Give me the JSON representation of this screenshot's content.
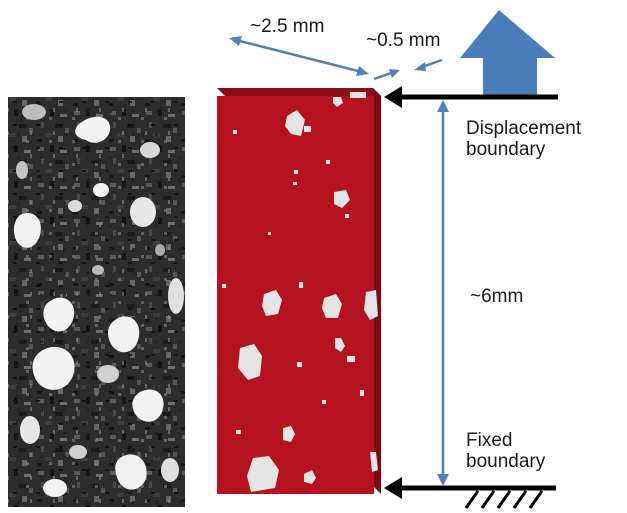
{
  "labels": {
    "width": "~2.5 mm",
    "thickness": "~0.5 mm",
    "height": "~6mm",
    "top_boundary_line1": "Displacement",
    "top_boundary_line2": "boundary",
    "bottom_boundary_line1": "Fixed",
    "bottom_boundary_line2": "boundary"
  },
  "colors": {
    "specimen_red": "#b5121f",
    "specimen_red_dark": "#8c0d17",
    "pore_gray": "#e4e4e4",
    "dimension_blue": "#4f81bd",
    "load_arrow_blue": "#4a7ebb",
    "boundary_black": "#000000"
  },
  "icons": {
    "load": "up-arrow-icon",
    "boundary_pointer": "left-arrow-icon",
    "ground": "fixed-support-hatch-icon"
  }
}
